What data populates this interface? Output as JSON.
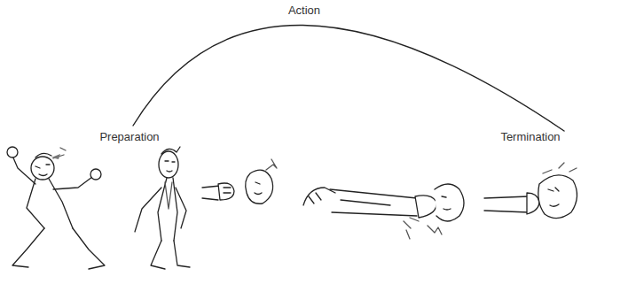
{
  "diagram": {
    "labels": [
      "Action",
      "Preparation",
      "Termination"
    ]
  }
}
